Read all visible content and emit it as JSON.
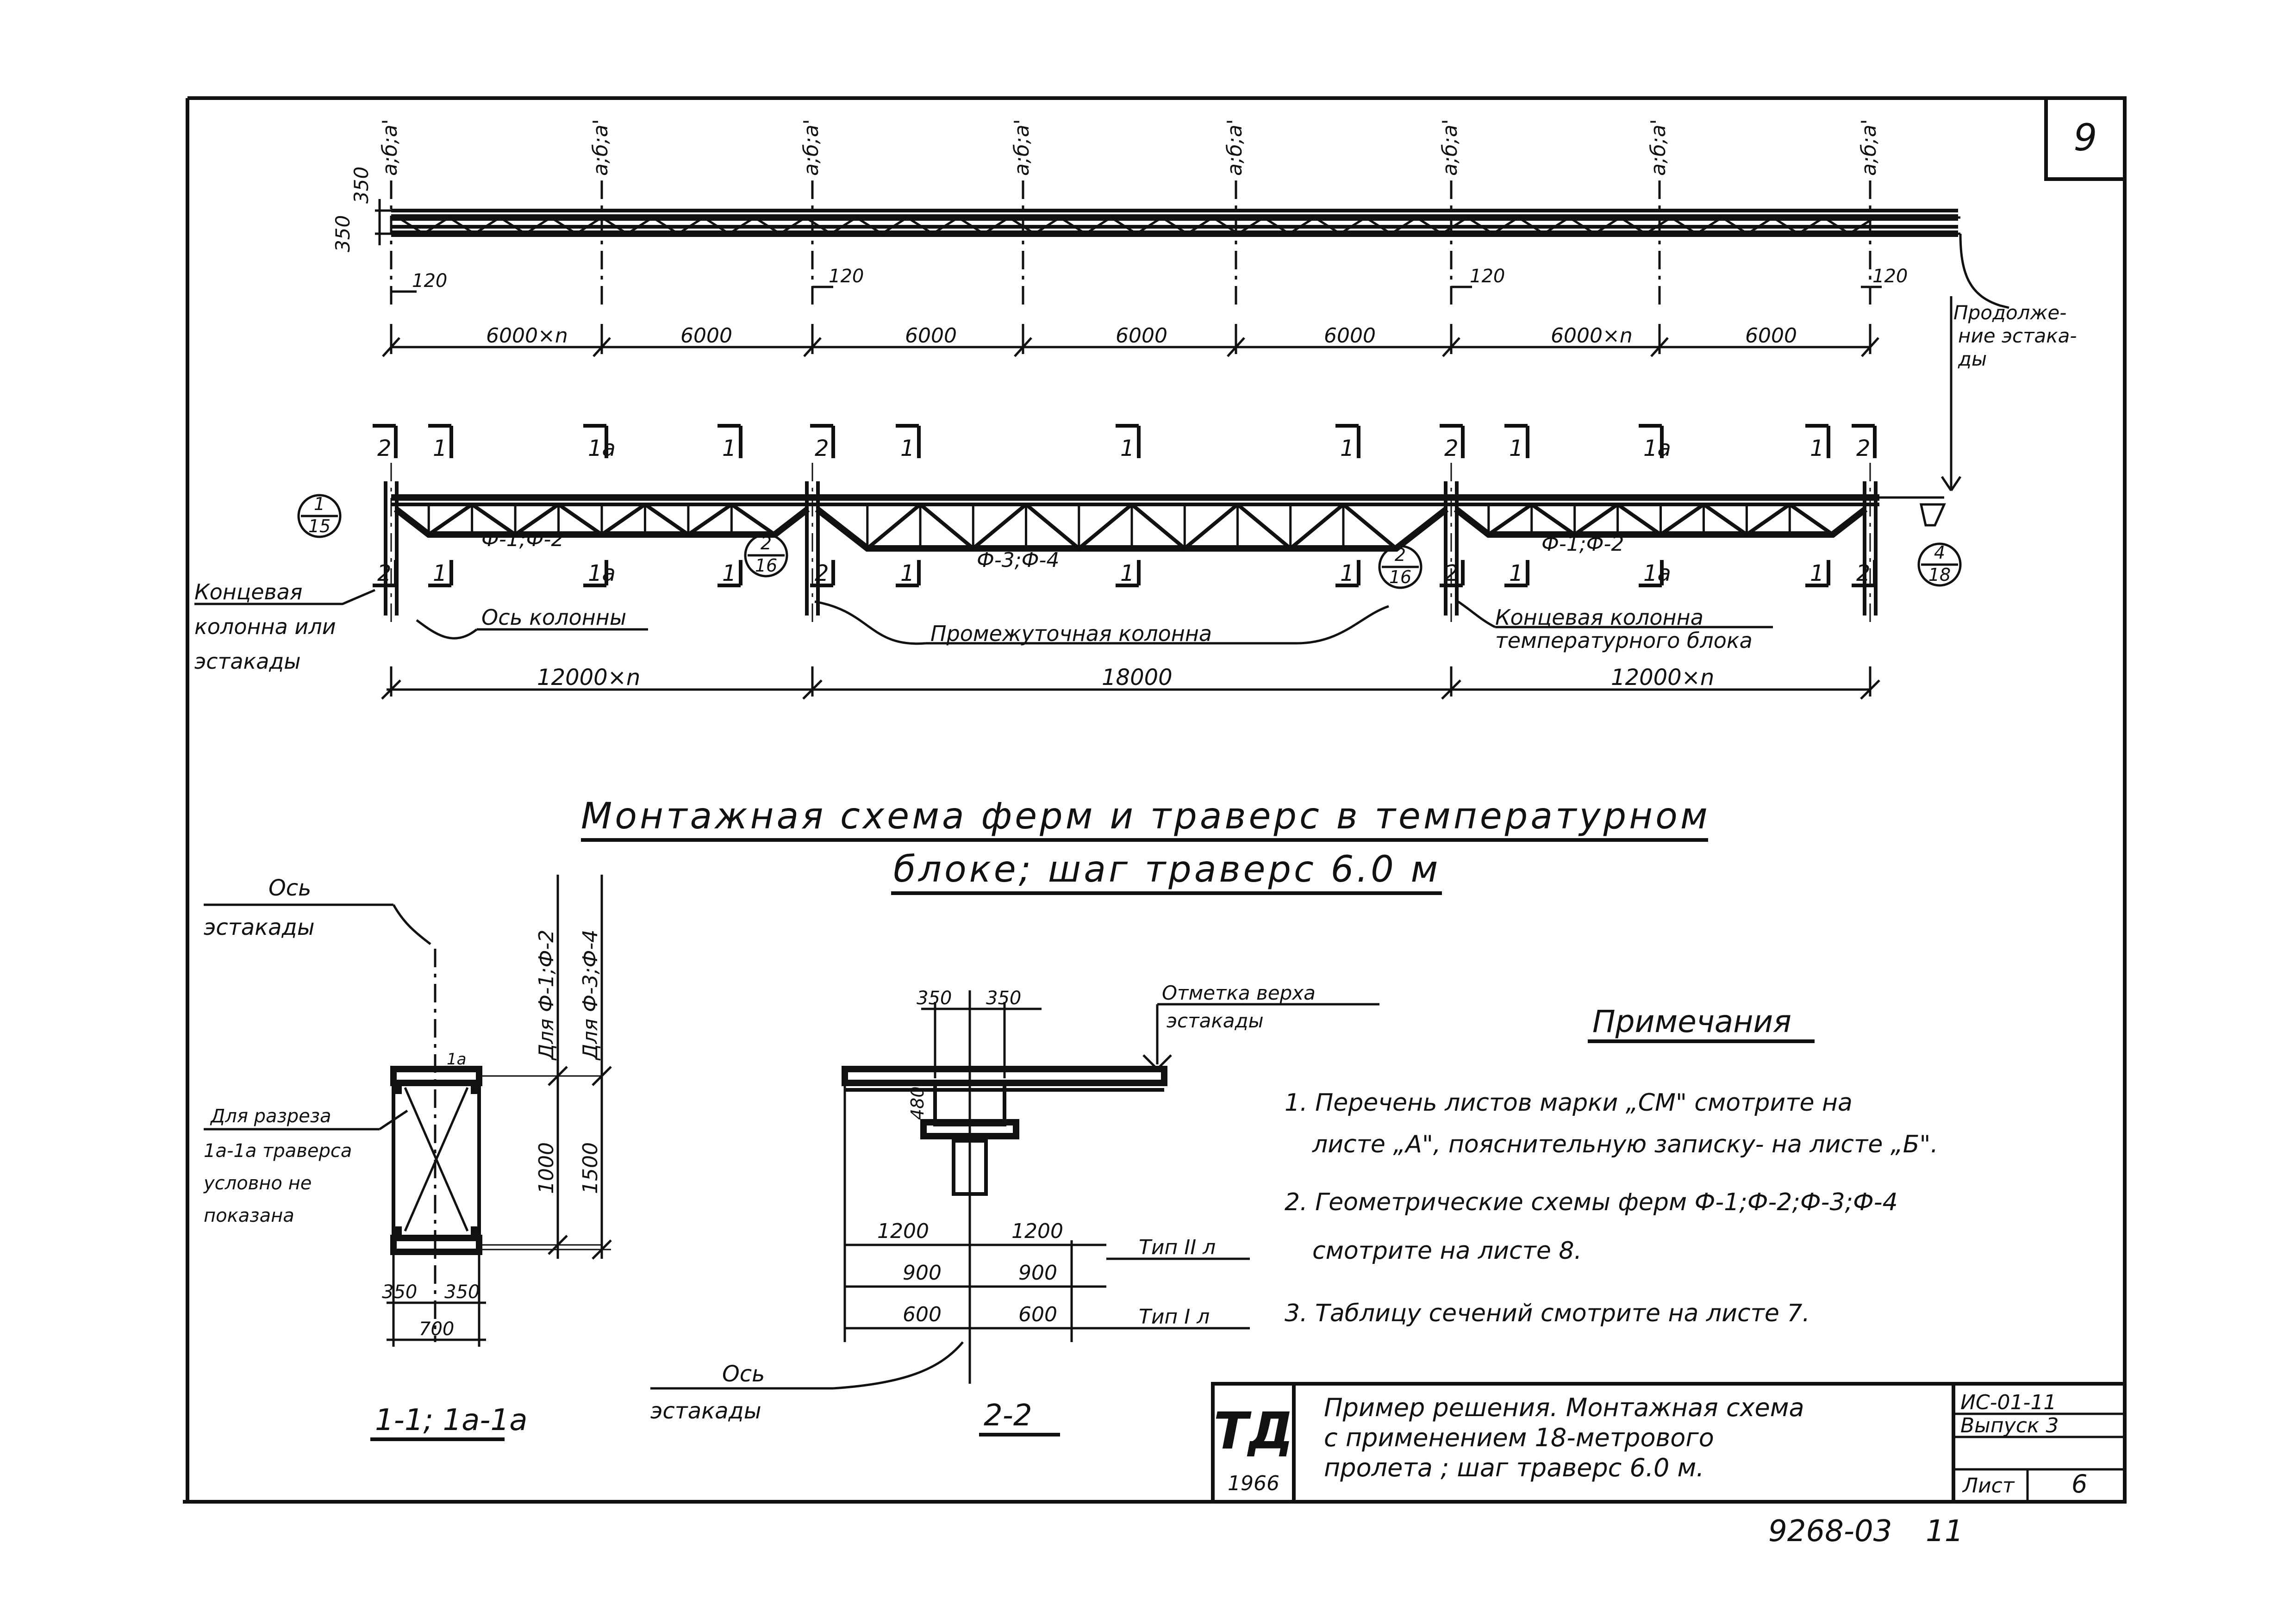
{
  "sheet": {
    "corner_number": "9",
    "bottom_code": "9268-03",
    "bottom_page": "11"
  },
  "top_plan": {
    "grid_labels": [
      "а;б;а'",
      "а;б;а'",
      "а;б;а'",
      "а;б;а'",
      "а;б;а'",
      "а;б;а'",
      "а;б;а'",
      "а;б;а'"
    ],
    "dim_350_vertical": "350",
    "dim_350_left": "350",
    "offsets": [
      "120",
      "120",
      "120",
      "120"
    ],
    "spans": [
      "6000×n",
      "6000",
      "6000",
      "6000",
      "6000",
      "6000×n",
      "6000"
    ],
    "continuation_label": [
      "Продолже-",
      "ние эстака-",
      "ды"
    ]
  },
  "elevation": {
    "section_marks_top": [
      "2",
      "1",
      "1а",
      "1",
      "2",
      "1",
      "1",
      "1",
      "2",
      "1",
      "1а",
      "1",
      "2"
    ],
    "section_marks_bottom": [
      "2",
      "1",
      "1а",
      "1",
      "2",
      "1",
      "1",
      "1",
      "2",
      "1",
      "1а",
      "1",
      "2"
    ],
    "truss_labels": [
      "Ф-1;Ф-2",
      "Ф-3;Ф-4",
      "Ф-1;Ф-2"
    ],
    "callouts": [
      {
        "top": "1",
        "bottom": "15"
      },
      {
        "top": "2",
        "bottom": "16"
      },
      {
        "top": "2",
        "bottom": "16"
      },
      {
        "top": "4",
        "bottom": "18"
      }
    ],
    "leader_end_column": [
      "Концевая",
      "колонна или",
      "эстакады"
    ],
    "leader_axis": "Ось колонны",
    "leader_intermediate": "Промежуточная колонна",
    "leader_end_temp": [
      "Концевая колонна",
      "температурного блока"
    ],
    "overall_dims": [
      "12000×n",
      "18000",
      "12000×n"
    ]
  },
  "main_title": [
    "Монтажная схема ферм и траверс в температурном",
    "блоке; шаг траверс 6.0 м"
  ],
  "section_1": {
    "axis_label": [
      "Ось",
      "эстакады"
    ],
    "mark": "1а",
    "note": [
      "Для разреза",
      "1а-1а траверса",
      "условно не",
      "показана"
    ],
    "vert_label_a": "Для Ф-1;Ф-2",
    "vert_label_b": "Для Ф-3;Ф-4",
    "dim_a": "1000",
    "dim_b": "1500",
    "dims_bottom": [
      "350",
      "350"
    ],
    "dim_total": "700",
    "caption": "1-1; 1а-1а"
  },
  "section_2": {
    "top_dims": [
      "350",
      "350"
    ],
    "elev_mark": [
      "Отметка верха",
      "эстакады"
    ],
    "dim_480": "480",
    "rows": [
      {
        "left": "1200",
        "right": "1200",
        "type": "Тип II л"
      },
      {
        "left": "900",
        "right": "900",
        "type": ""
      },
      {
        "left": "600",
        "right": "600",
        "type": "Тип I л"
      }
    ],
    "axis_label": [
      "Ось",
      "эстакады"
    ],
    "caption": "2-2"
  },
  "notes": {
    "heading": "Примечания",
    "lines": [
      "1. Перечень листов марки „СМ\" смотрите на",
      "листе „А\", пояснительную записку- на листе „Б\".",
      "2. Геометрические схемы ферм Ф-1;Ф-2;Ф-3;Ф-4",
      "смотрите на листе 8.",
      "3. Таблицу сечений смотрите на листе 7."
    ]
  },
  "title_block": {
    "logo": "ТД",
    "year": "1966",
    "title": [
      "Пример решения. Монтажная схема",
      "с применением 18-метрового",
      "пролета ; шаг траверс 6.0 м."
    ],
    "code": "ИС-01-11",
    "issue": "Выпуск 3",
    "sheet_label": "Лист",
    "sheet_no": "6"
  }
}
